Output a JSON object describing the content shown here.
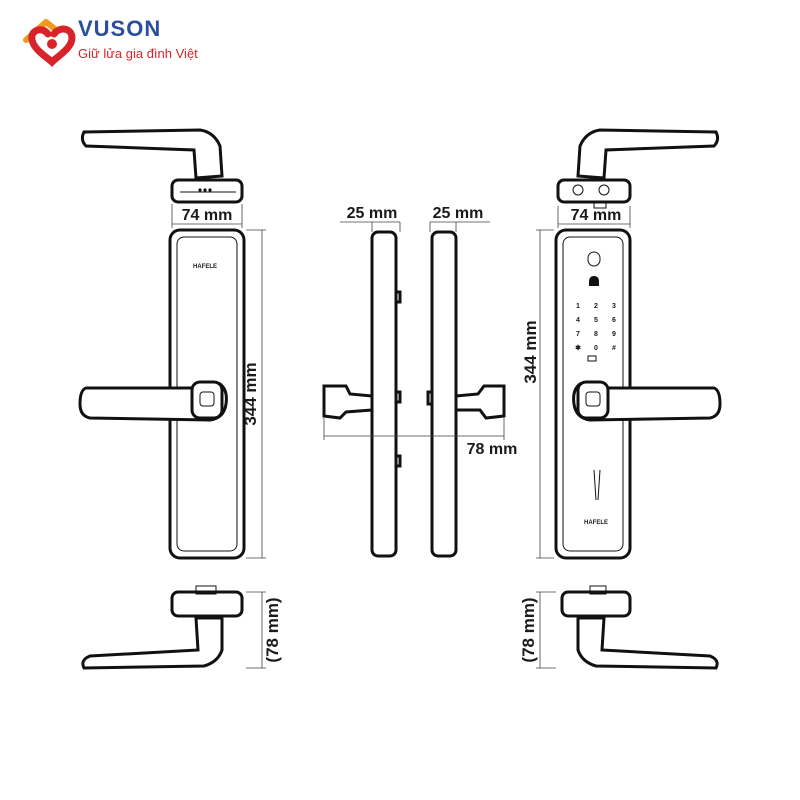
{
  "brand": {
    "name": "VUSON",
    "tagline": "Giữ lửa gia đình Việt",
    "colors": {
      "primary": "#2a4f9e",
      "accent": "#d8232a",
      "orange": "#f39a1e"
    }
  },
  "product_label": "HAFELE",
  "dimensions": {
    "front_width": "74 mm",
    "front_height": "344 mm",
    "side_depth_left": "25 mm",
    "side_depth_right": "25 mm",
    "handle_projection": "78 mm",
    "back_width": "74 mm",
    "back_height": "344 mm",
    "bottom_left_depth": "(78 mm)",
    "bottom_right_depth": "(78 mm)"
  },
  "keypad": [
    "1",
    "2",
    "3",
    "4",
    "5",
    "6",
    "7",
    "8",
    "9",
    "✱",
    "0",
    "#"
  ],
  "icons": [
    "house-heart-logo-icon",
    "doorbell-icon",
    "fingerprint-icon"
  ]
}
